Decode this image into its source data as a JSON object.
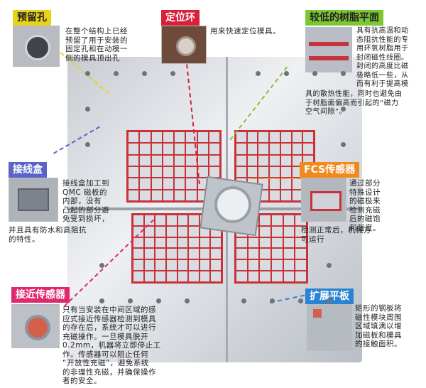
{
  "callouts": {
    "preset_hole": {
      "title": "预留孔",
      "text": [
        "在整个结构上已经",
        "预留了用于安装的",
        "固定孔和在动模一",
        "侧的模具顶出孔"
      ],
      "color": "#e8d21a"
    },
    "locating_ring": {
      "title": "定位环",
      "text": [
        "用来快速定位模具。"
      ],
      "color": "#d7203a"
    },
    "low_resin": {
      "title": "较低的树脂平面",
      "text": [
        "具有抗高温和动",
        "态阻抗性能的专",
        "用环氧树脂用于",
        "封闭磁性线圈。",
        "封闭的高度比磁",
        "极略低一些，从",
        "而有利于提高模",
        "具的散热性能，同时也避免由",
        "于树脂面偏高而引起的“磁力",
        "空气间隙”。"
      ],
      "color": "#7cc832"
    },
    "junction_box": {
      "title": "接线盒",
      "text": [
        "接线盒加工到",
        "QMC 磁板的",
        "内部，没有",
        "凸起的部分避",
        "免受到损坏，",
        "并且具有防水和高阻抗",
        "的特性。"
      ],
      "color": "#5a64c8"
    },
    "fcs_sensor": {
      "title": "FCS传感器",
      "text": [
        "通过部分",
        "特殊设计",
        "的磁极来",
        "检测充磁",
        "后的磁饱",
        "和强度。",
        "检测正常后，机械方",
        "可运行"
      ],
      "color": "#f08a1e"
    },
    "proximity_sensor": {
      "title": "接近传感器",
      "text": [
        "只有当安装在中间区域的感",
        "应式接近传感器检测到模具",
        "的存在后，系统才可以进行",
        "充磁操作。一旦模具脱开",
        "0.2mm，机器将立即停止工",
        "作。传感器可以阻止任何",
        "“开放性充磁”，避免系统",
        "的非理性充磁，并确保操作",
        "者的安全。"
      ],
      "color": "#e0286e"
    },
    "extension_plate": {
      "title": "扩展平板",
      "text": [
        "矩形的钢板将",
        "磁性模块周围",
        "区域填满以增",
        "加磁板和模具",
        "的接触面积。"
      ],
      "color": "#2a82d2"
    }
  }
}
